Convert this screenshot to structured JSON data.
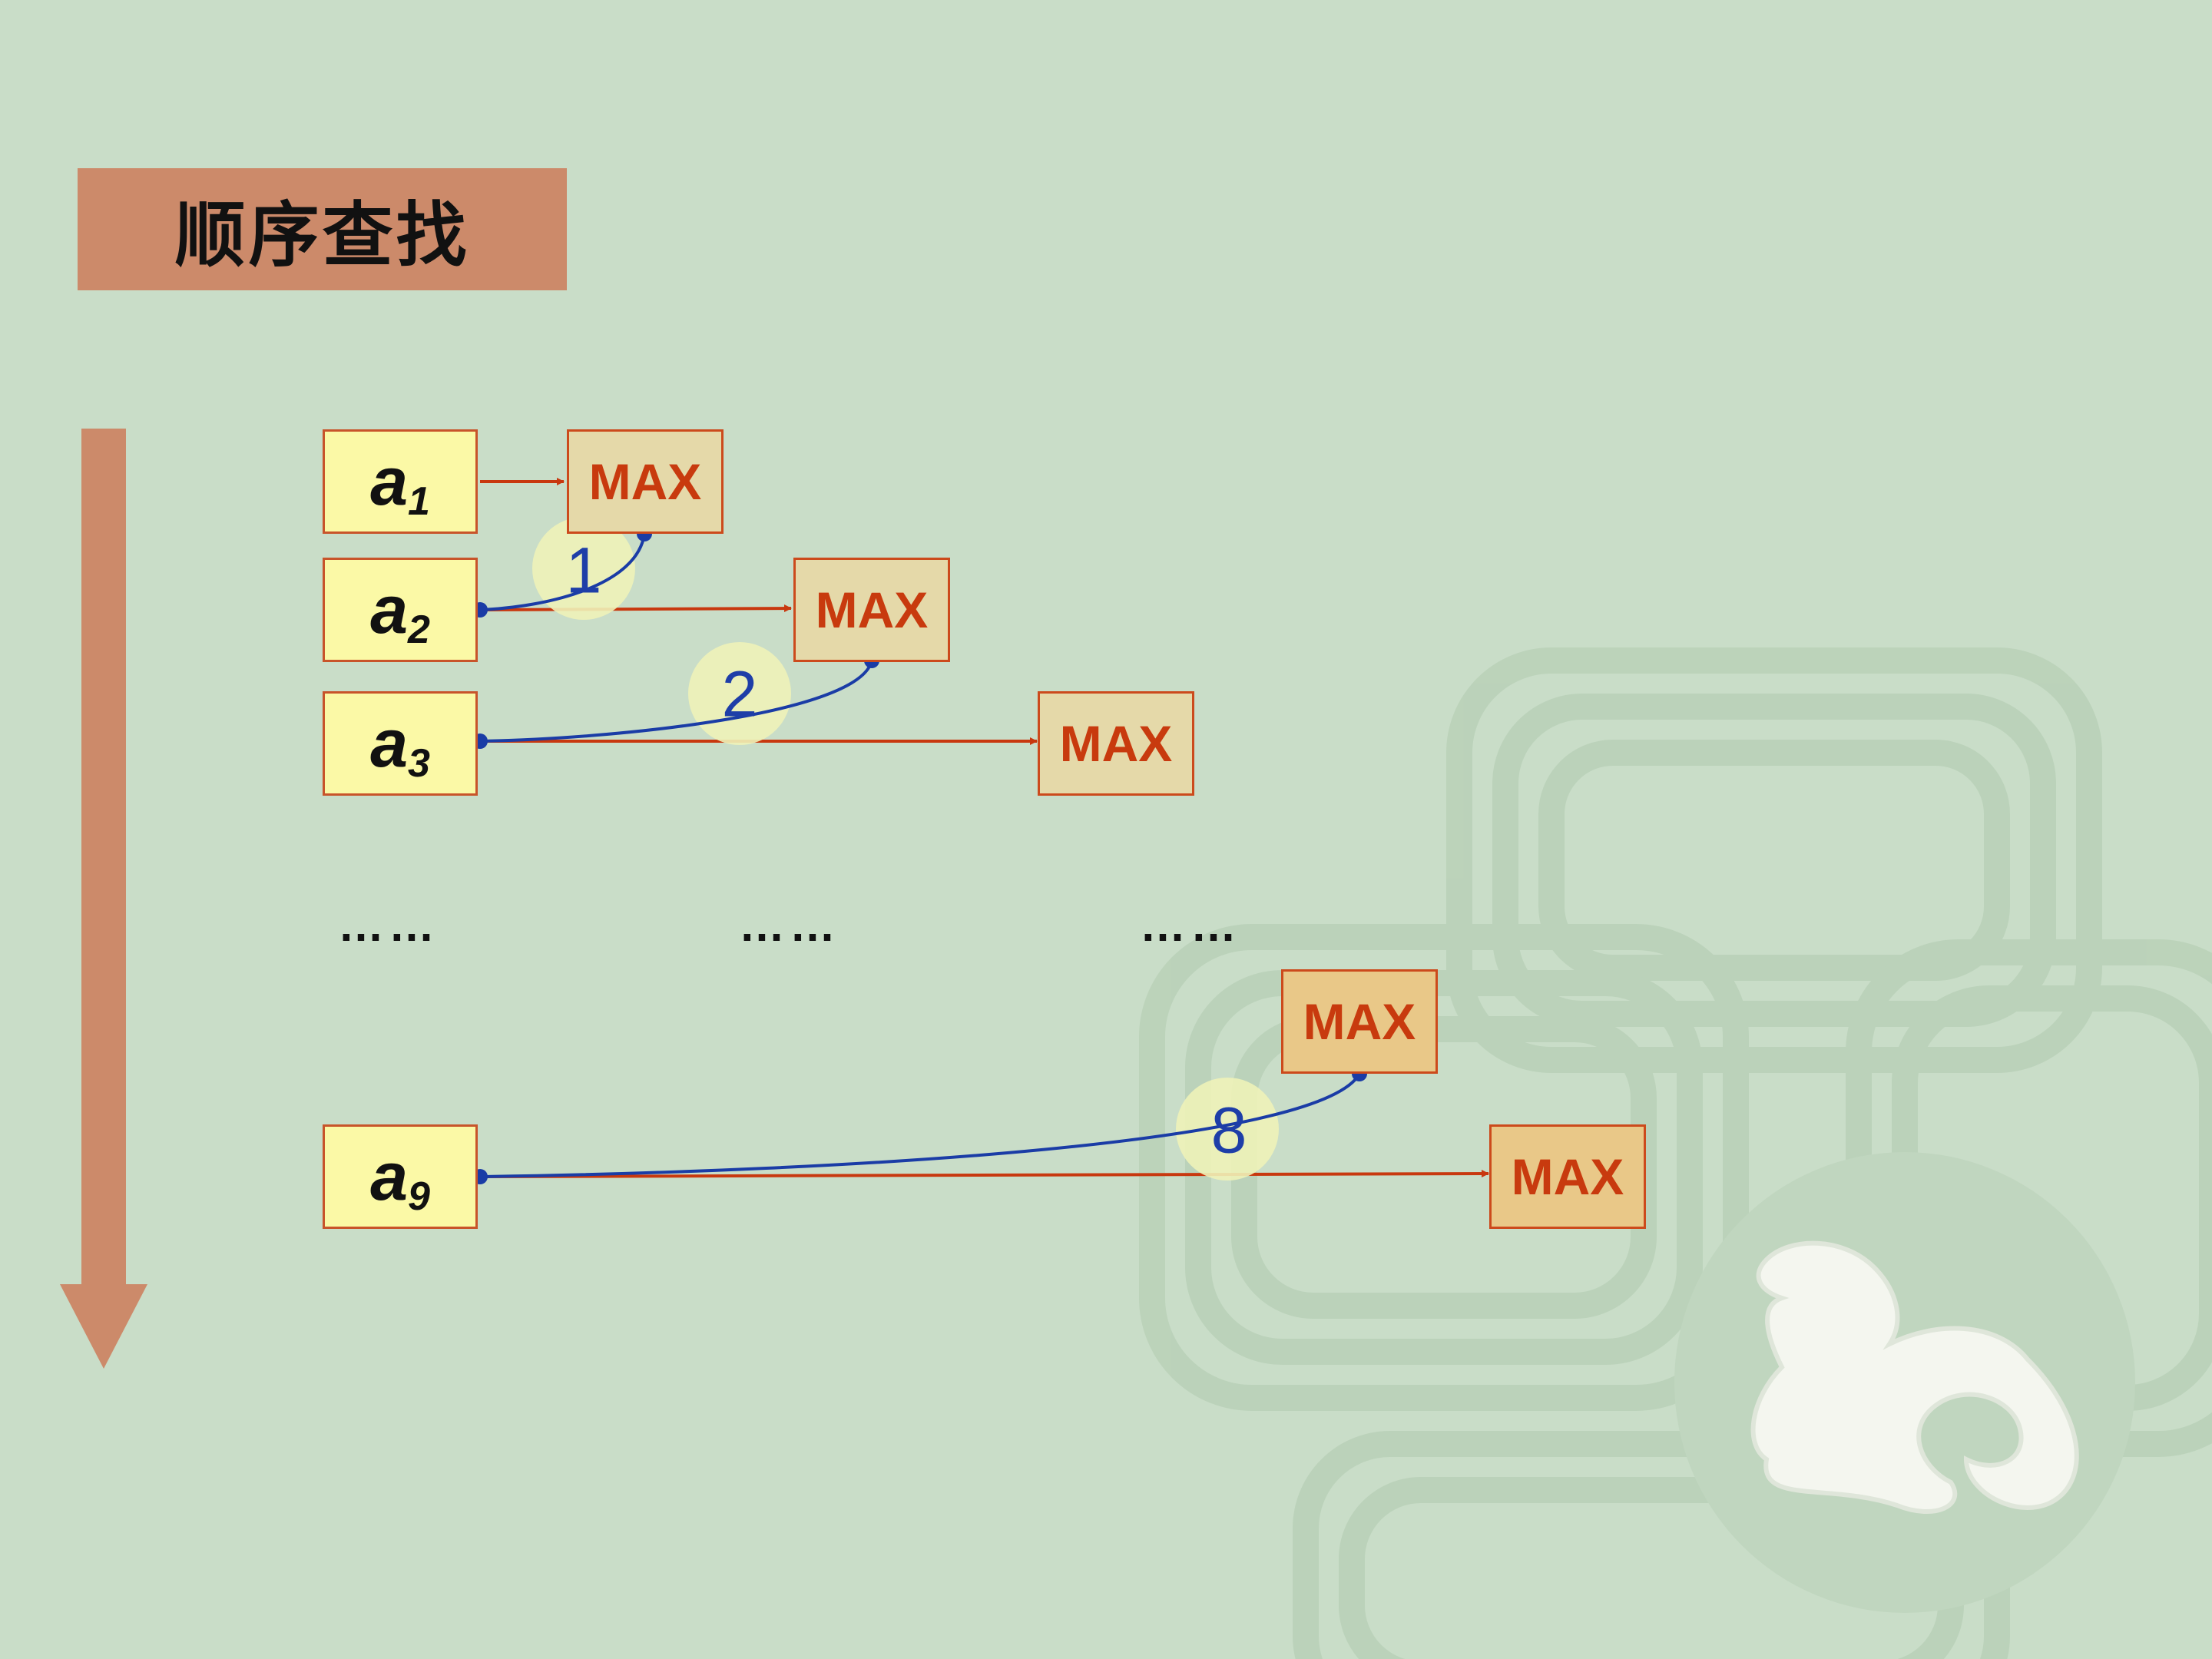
{
  "title": "顺序查找",
  "elements": [
    {
      "base": "a",
      "sub": "1"
    },
    {
      "base": "a",
      "sub": "2"
    },
    {
      "base": "a",
      "sub": "3"
    },
    {
      "base": "a",
      "sub": "9"
    }
  ],
  "max_label": "MAX",
  "ellipsis": "……",
  "steps": [
    "1",
    "2",
    "8"
  ],
  "colors": {
    "background": "#c9ddc8",
    "title_box": "#cc8a6a",
    "element_fill": "#fbf9a6",
    "box_border": "#c8542a",
    "max_text": "#c83a0e",
    "red_arrow": "#c8380f",
    "blue_curve": "#1a3ca6",
    "step_circle": "#eef2b8",
    "side_arrow": "#cc8a6a"
  }
}
